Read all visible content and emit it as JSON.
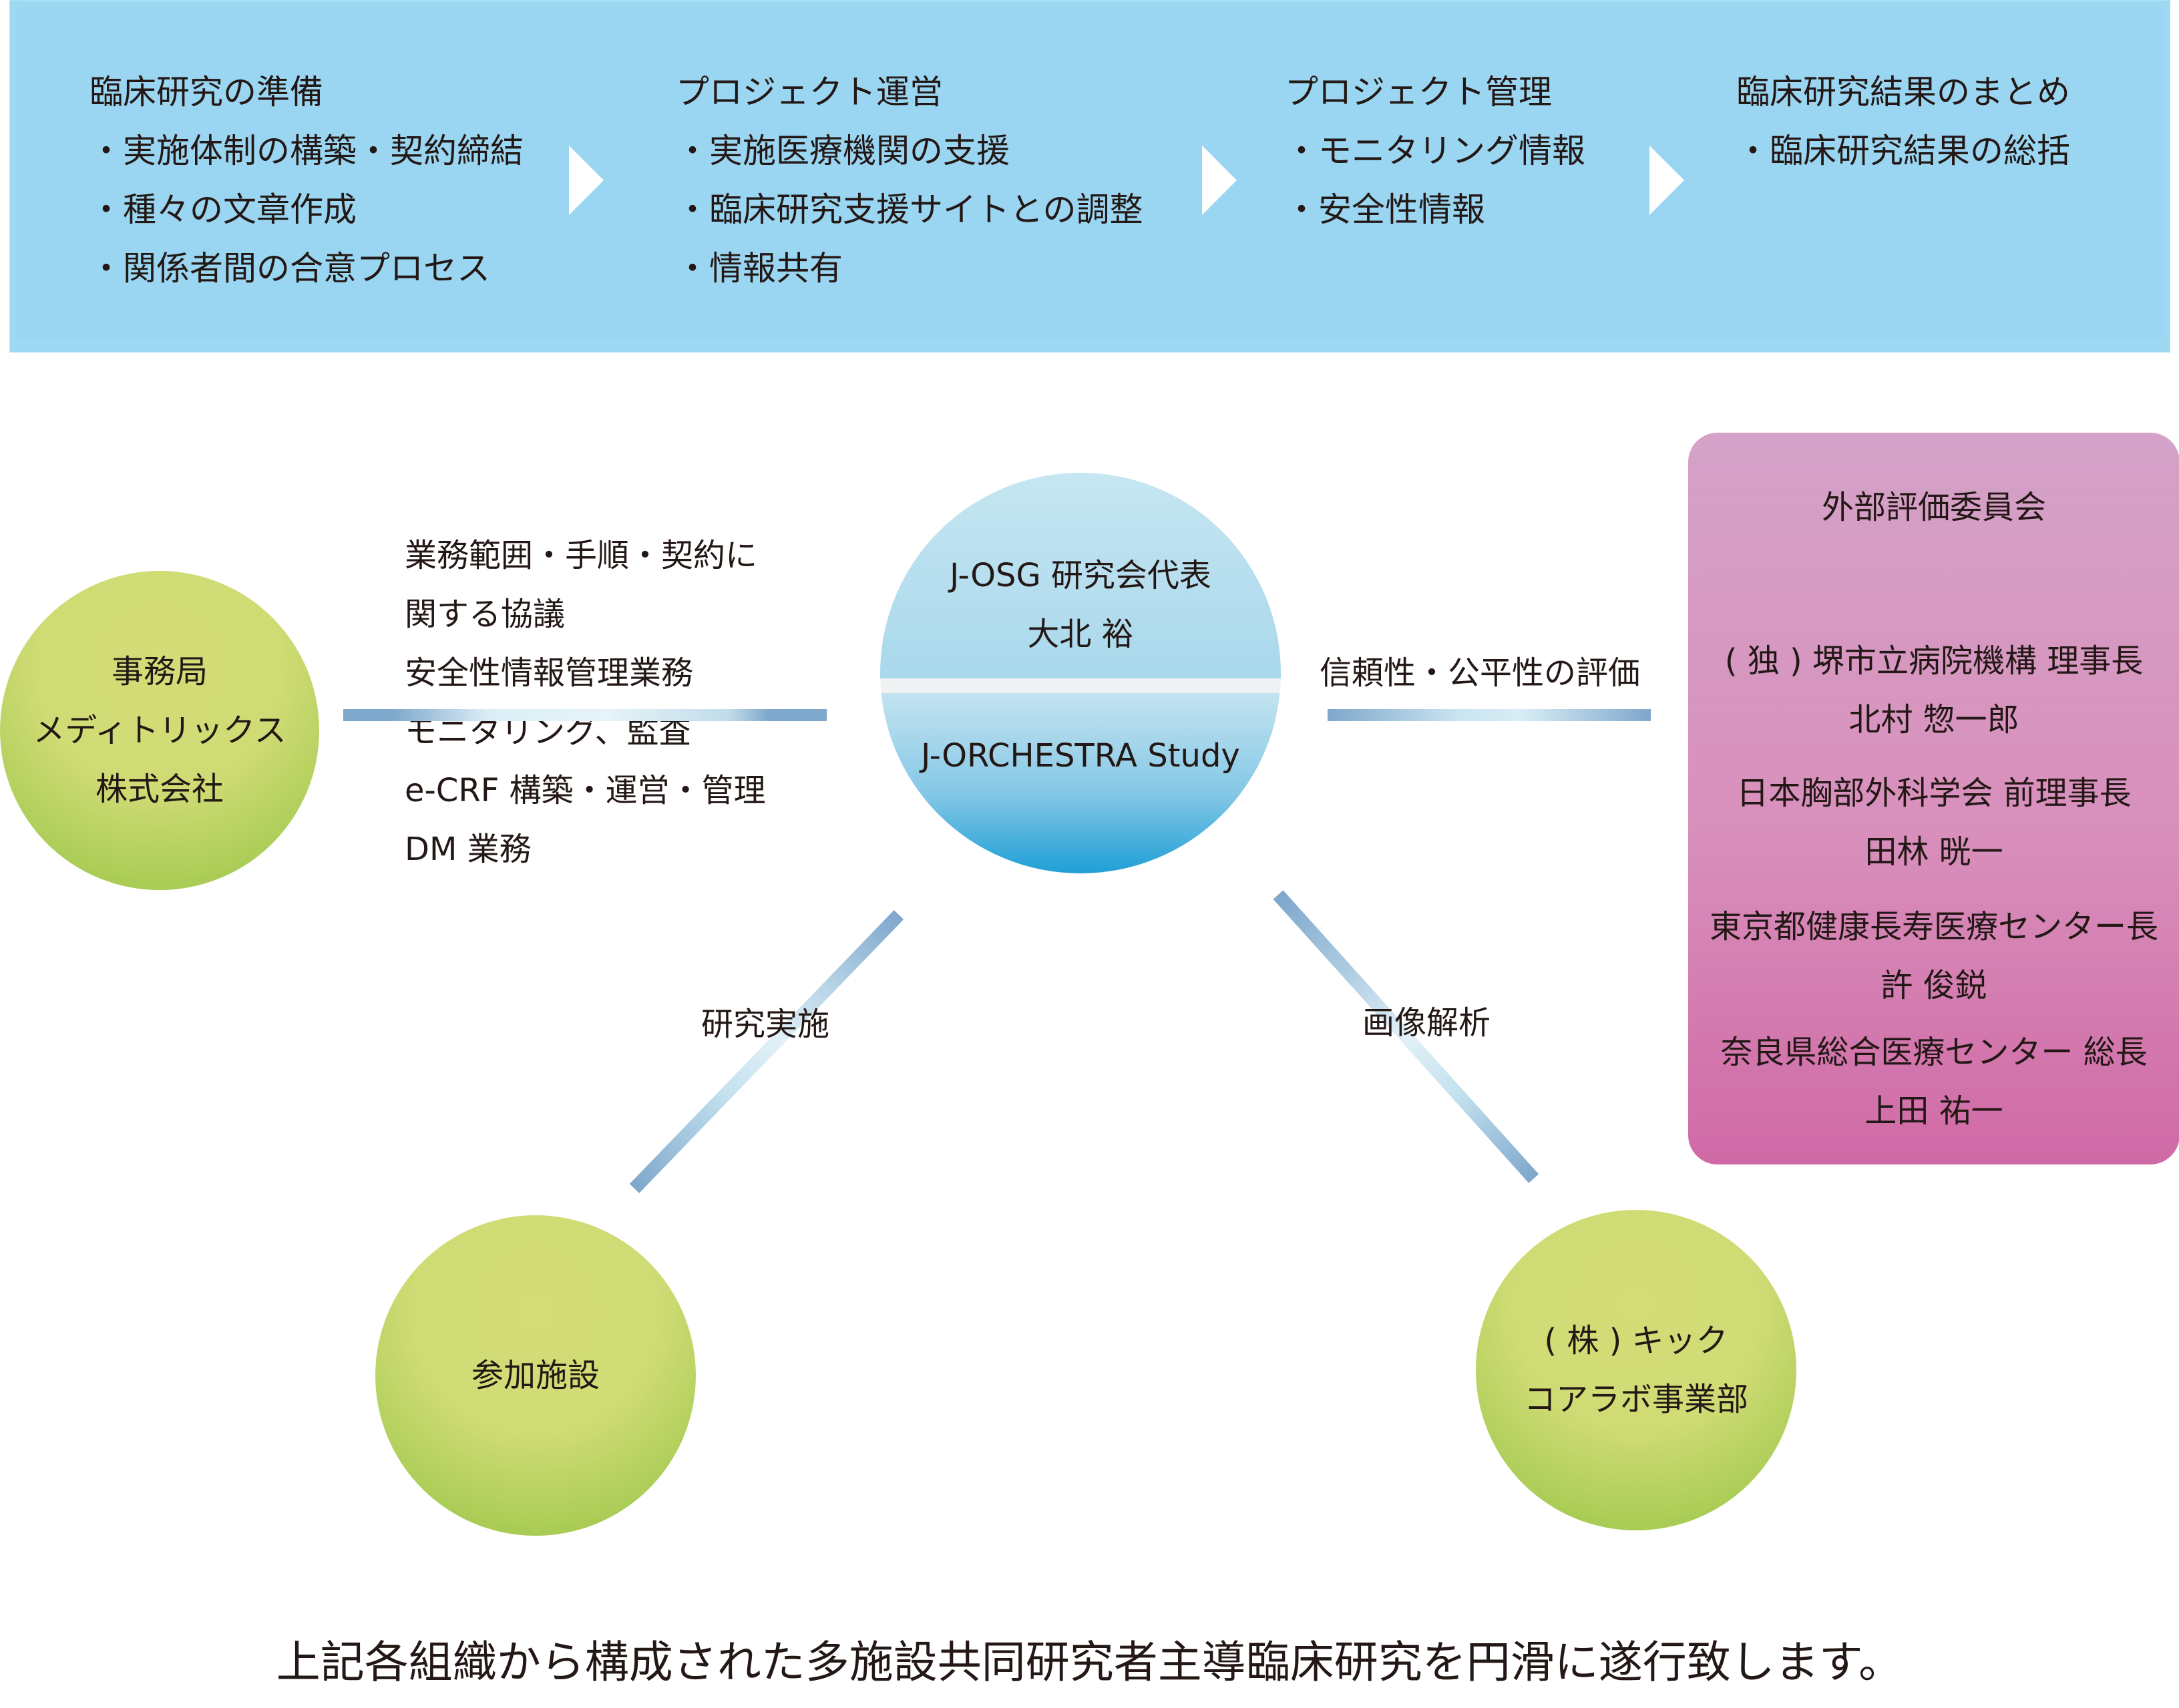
{
  "banner": {
    "steps": [
      {
        "title": "臨床研究の準備",
        "items": [
          "・実施体制の構築・契約締結",
          "・種々の文章作成",
          "・関係者間の合意プロセス"
        ]
      },
      {
        "title": "プロジェクト運営",
        "items": [
          "・実施医療機関の支援",
          "・臨床研究支援サイトとの調整",
          "・情報共有"
        ]
      },
      {
        "title": "プロジェクト管理",
        "items": [
          "・モニタリング情報",
          "・安全性情報"
        ]
      },
      {
        "title": "臨床研究結果のまとめ",
        "items": [
          "・臨床研究結果の総括"
        ]
      }
    ]
  },
  "center": {
    "top_line1": "J-OSG 研究会代表",
    "top_line2": "大北 裕",
    "bottom": "J-ORCHESTRA Study"
  },
  "office": {
    "lines": [
      "事務局",
      "メディトリックス",
      "株式会社"
    ]
  },
  "office_tasks": [
    "業務範囲・手順・契約に",
    "関する協議",
    "安全性情報管理業務",
    "モニタリング、監査",
    "e-CRF 構築・運営・管理",
    "DM 業務"
  ],
  "evaluation_label": "信頼性・公平性の評価",
  "research_label": "研究実施",
  "imaging_label": "画像解析",
  "sites": {
    "label": "参加施設"
  },
  "kick": {
    "lines": [
      "( 株 ) キック",
      "コアラボ事業部"
    ]
  },
  "committee": {
    "title": "外部評価委員会",
    "members": [
      {
        "org": "( 独 ) 堺市立病院機構 理事長",
        "name": "北村 惣一郎"
      },
      {
        "org": "日本胸部外科学会 前理事長",
        "name": "田林 晄一"
      },
      {
        "org": "東京都健康長寿医療センター長",
        "name": "許 俊鋭"
      },
      {
        "org": "奈良県総合医療センター 総長",
        "name": "上田 祐一"
      }
    ]
  },
  "footer": "上記各組織から構成された多施設共同研究者主導臨床研究を円滑に遂行致します。",
  "colors": {
    "banner": "#9dd9f3",
    "node_green": "#cfdb74",
    "committee_pink": "#d88fbb",
    "connector_blue": "#7ea7cc"
  }
}
